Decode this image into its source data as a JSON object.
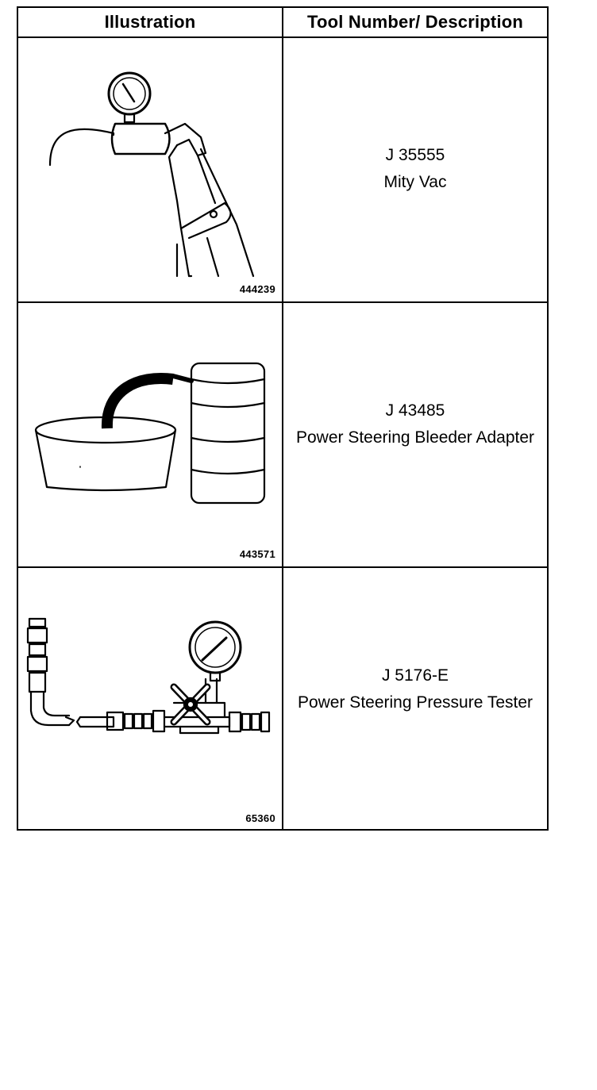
{
  "table": {
    "headers": {
      "illustration": "Illustration",
      "tool": "Tool Number/ Description"
    },
    "rows": [
      {
        "figure_id": "444239",
        "tool_number": "J 35555",
        "description": "Mity Vac",
        "icon": "mity-vac-vacuum-pump-icon"
      },
      {
        "figure_id": "443571",
        "tool_number": "J 43485",
        "description": "Power Steering Bleeder Adapter",
        "icon": "bleeder-adapter-icon"
      },
      {
        "figure_id": "65360",
        "tool_number": "J 5176-E",
        "description": "Power Steering Pressure Tester",
        "icon": "pressure-tester-icon"
      }
    ]
  }
}
